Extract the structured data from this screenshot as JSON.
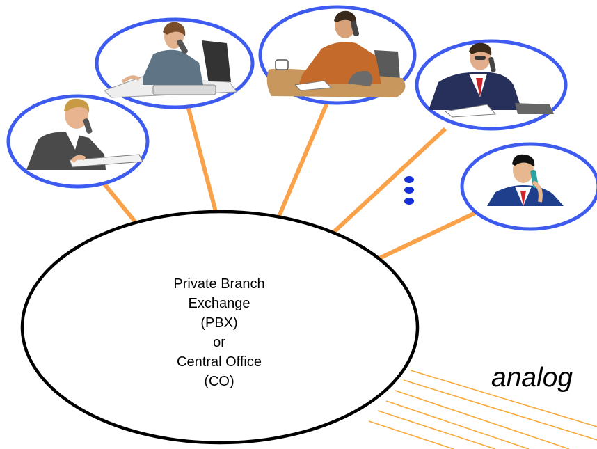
{
  "hub": {
    "lines": [
      "Private Branch",
      "Exchange",
      "(PBX)",
      "or",
      "Central Office",
      "(CO)"
    ]
  },
  "side_label": "analog",
  "colors": {
    "ring": "#3e5bf0",
    "link": "#f9a24a",
    "trunk": "#f7a93a",
    "hub_outline": "#000000",
    "ellipsis_dots": "#1530d8"
  },
  "stations": [
    {
      "name": "station-woman-left",
      "icon": "woman-on-phone-icon"
    },
    {
      "name": "station-woman-desk",
      "icon": "woman-at-desk-phone-icon"
    },
    {
      "name": "station-man-desk",
      "icon": "man-at-desk-phone-icon"
    },
    {
      "name": "station-man-suit",
      "icon": "man-in-suit-phone-icon"
    },
    {
      "name": "station-man-right",
      "icon": "man-on-phone-icon"
    }
  ]
}
